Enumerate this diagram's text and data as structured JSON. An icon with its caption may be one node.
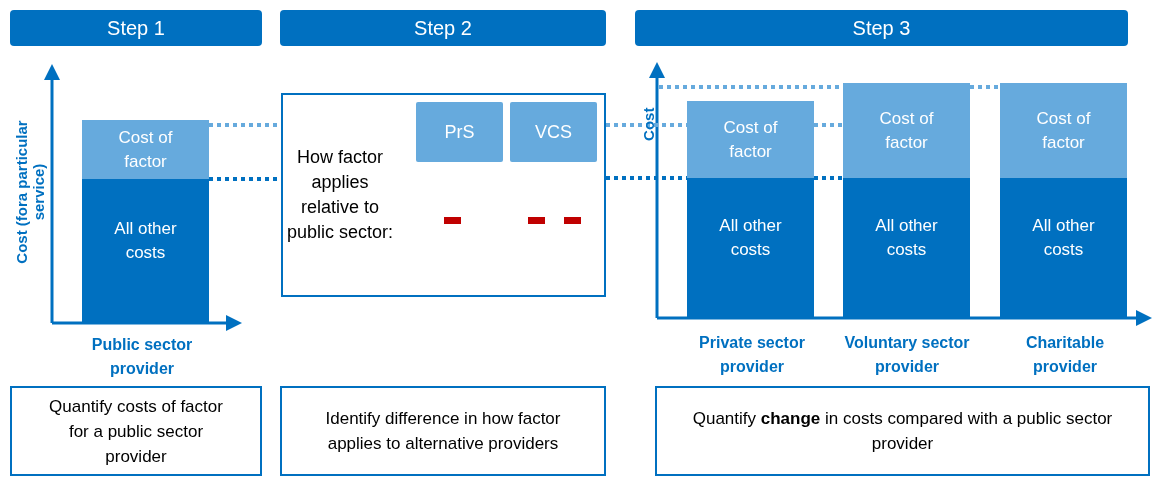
{
  "diagram": {
    "nodes": [
      {
        "text": [
          "Step 1"
        ]
      },
      {
        "text": [
          "Step 2"
        ]
      },
      {
        "text": [
          "Step 3"
        ]
      },
      {
        "text": [
          "Cost of factor"
        ]
      },
      {
        "text": [
          "All other costs"
        ]
      },
      {
        "text": [
          "How factor applies relative to public sector:"
        ]
      },
      {
        "text": [
          "PrS"
        ],
        "in": 5
      },
      {
        "text": [
          "VCS"
        ],
        "in": 5
      },
      {
        "text": [
          "Cost of factor"
        ]
      },
      {
        "text": [
          "All other costs"
        ]
      },
      {
        "text": [
          "Cost of factor"
        ]
      },
      {
        "text": [
          "All other costs"
        ]
      },
      {
        "text": [
          "Cost of factor"
        ]
      },
      {
        "text": [
          "All other costs"
        ]
      },
      {
        "text": [
          "Quantify costs of factor for a public sector provider"
        ]
      },
      {
        "text": [
          "Identify difference in how factor applies to alternative providers"
        ]
      },
      {
        "text": [
          "Quantify **change** in costs compared with a public sector provider"
        ]
      }
    ],
    "edges": [
      {
        "from": 3,
        "to": 5,
        "arrow": "none",
        "style": "dashed",
        "color": "#66aadd"
      },
      {
        "from": 4,
        "to": 5,
        "arrow": "none",
        "style": "dashed",
        "color": "#0070c0"
      },
      {
        "from": 5,
        "to": 8,
        "arrow": "none",
        "style": "dashed",
        "color": "#66aadd"
      },
      {
        "from": 5,
        "to": 9,
        "arrow": "none",
        "style": "dashed",
        "color": "#0070c0"
      },
      {
        "from": 8,
        "to": 10,
        "arrow": "none",
        "style": "dashed",
        "color": "#66aadd"
      },
      {
        "from": 9,
        "to": 11,
        "arrow": "none",
        "style": "dashed",
        "color": "#0070c0"
      },
      {
        "from": 10,
        "to": 12,
        "arrow": "none",
        "style": "dashed",
        "color": "#66aadd"
      }
    ],
    "labels": [
      "Cost (fora particular service)",
      "Public sector provider",
      "Cost",
      "Private sector provider",
      "Voluntary sector provider",
      "Charitable provider"
    ]
  }
}
